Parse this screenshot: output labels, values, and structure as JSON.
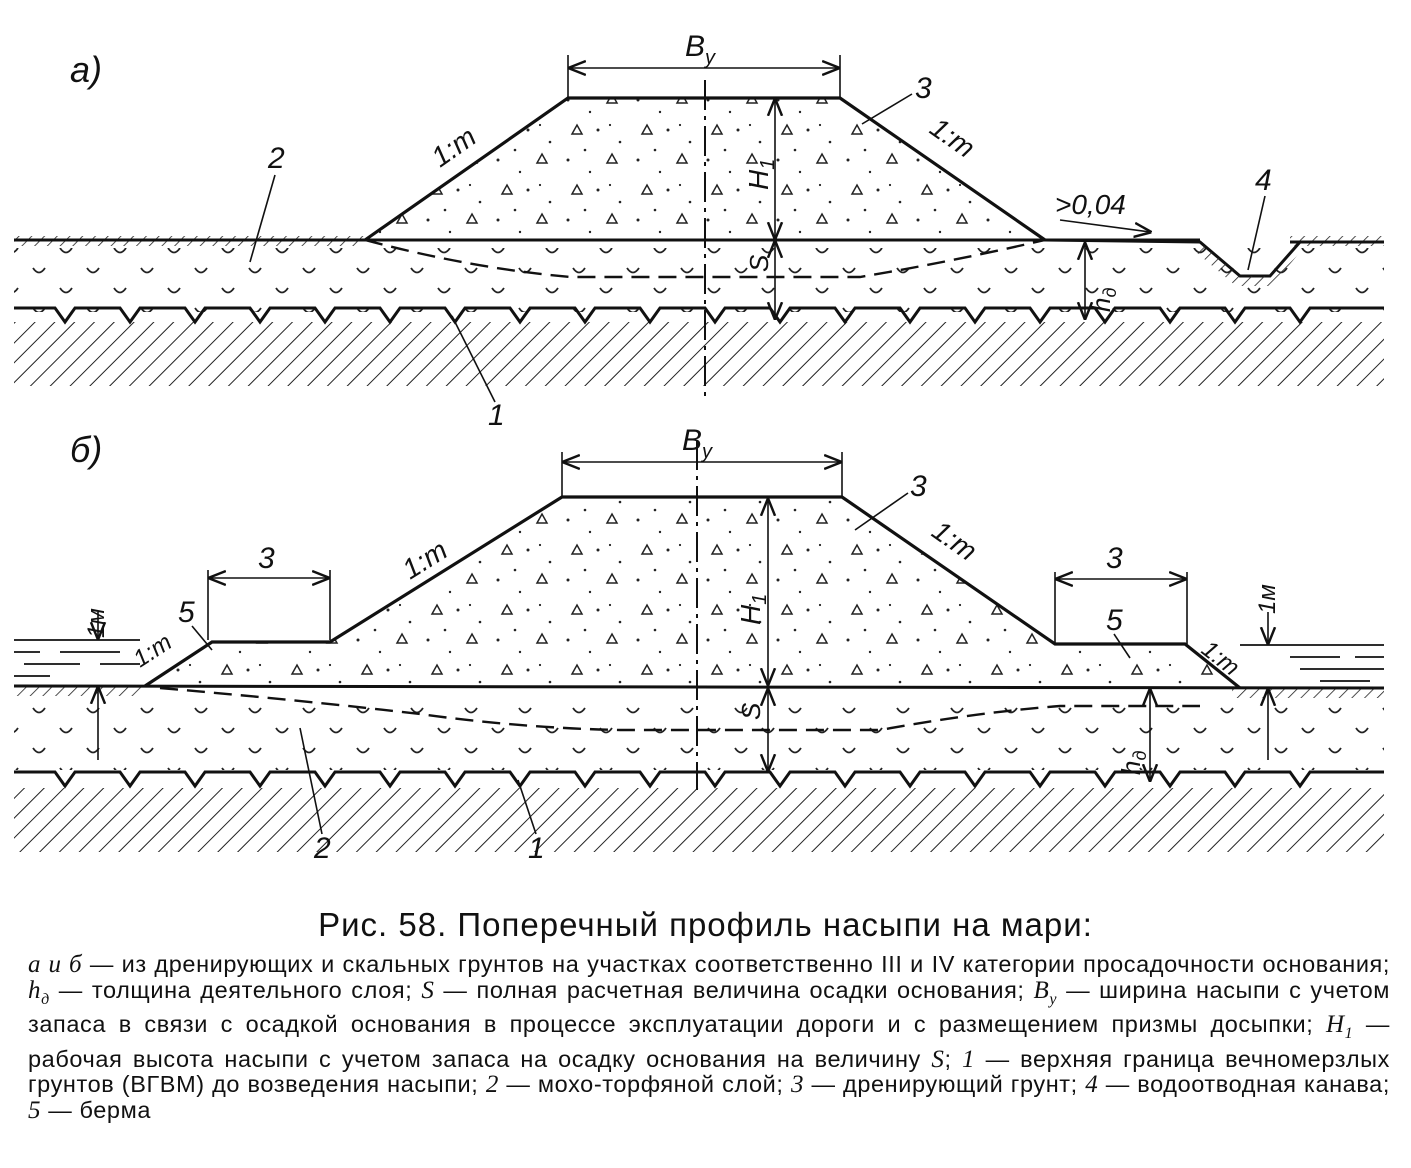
{
  "figure": {
    "panel_a": {
      "label": "а)",
      "width_label": "B",
      "width_sub": "у",
      "height_label": "H",
      "height_sub": "1",
      "settle_label": "S",
      "active_label": "h",
      "active_sub": "д",
      "slope_left": "1:m",
      "slope_right": "1:m",
      "grade": ">0,04",
      "callouts": [
        "1",
        "2",
        "3",
        "4"
      ]
    },
    "panel_b": {
      "label": "б)",
      "width_label": "B",
      "width_sub": "у",
      "height_label": "H",
      "height_sub": "1",
      "settle_label": "S",
      "active_label": "h",
      "active_sub": "д",
      "slope_main_left": "1:m",
      "slope_main_right": "1:m",
      "slope_berm_left": "1:m",
      "slope_berm_right": "1:m",
      "berm_width_left": "3",
      "berm_width_right": "3",
      "water_left": "1м",
      "water_right": "1м",
      "callouts": [
        "1",
        "2",
        "3",
        "5",
        "5"
      ]
    }
  },
  "caption": {
    "title": "Рис. 58. Поперечный профиль насыпи на мари:",
    "seg1": "а и б",
    "seg2": " — из дренирующих и скальных грунтов на участках соответственно III и IV категории просадочности основания; ",
    "seg3": "h",
    "seg3_sub": "д",
    "seg4": " — толщина деятельного слоя; ",
    "seg5": "S",
    "seg6": " — полная расчетная величина осадки основания; ",
    "seg7": "B",
    "seg7_sub": "у",
    "seg8": " — ширина насыпи с учетом запаса в связи с осадкой основания в процессе эксплуатации дороги и с размещением призмы досыпки; ",
    "seg9": "H",
    "seg9_sub": "1",
    "seg10": " — рабочая высота насыпи с учетом запаса на осадку основания на величину ",
    "seg11": "S",
    "seg12": "; ",
    "seg13": "1",
    "seg14": " — верхняя граница вечномерзлых грунтов (ВГВМ) до возведения насыпи; ",
    "seg15": "2",
    "seg16": " — мохо-торфяной слой; ",
    "seg17": "3",
    "seg18": " — дренирующий грунт; ",
    "seg19": "4",
    "seg20": " — водоотводная канава; ",
    "seg21": "5",
    "seg22": " — берма"
  }
}
